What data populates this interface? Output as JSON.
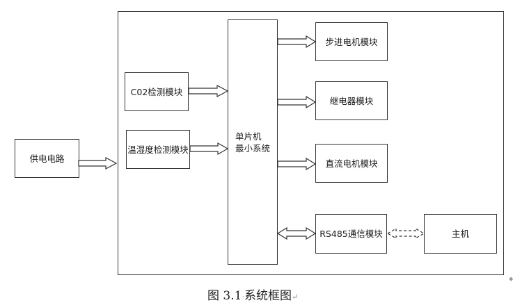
{
  "diagram": {
    "blocks": {
      "power": "供电电路",
      "co2": "C02检测模块",
      "temp_humidity": "温湿度检测模块",
      "mcu_line1": "单片机",
      "mcu_line2": "最小系统",
      "stepper": "步进电机模块",
      "relay": "继电器模块",
      "dc_motor": "直流电机模块",
      "rs485": "RS485通信模块",
      "host": "主机"
    },
    "connections": [
      {
        "from": "power",
        "to": "system",
        "type": "single-arrow"
      },
      {
        "from": "co2",
        "to": "mcu",
        "type": "single-arrow"
      },
      {
        "from": "temp_humidity",
        "to": "mcu",
        "type": "single-arrow"
      },
      {
        "from": "mcu",
        "to": "stepper",
        "type": "single-arrow"
      },
      {
        "from": "mcu",
        "to": "relay",
        "type": "single-arrow"
      },
      {
        "from": "mcu",
        "to": "dc_motor",
        "type": "single-arrow"
      },
      {
        "from": "mcu",
        "to": "rs485",
        "type": "double-arrow"
      },
      {
        "from": "rs485",
        "to": "host",
        "type": "dashed-double-arrow"
      }
    ]
  },
  "caption": {
    "text": "图 3.1",
    "dot": "·",
    "title": "系统框图",
    "return_mark": "↵"
  },
  "para_mark": "⬥"
}
